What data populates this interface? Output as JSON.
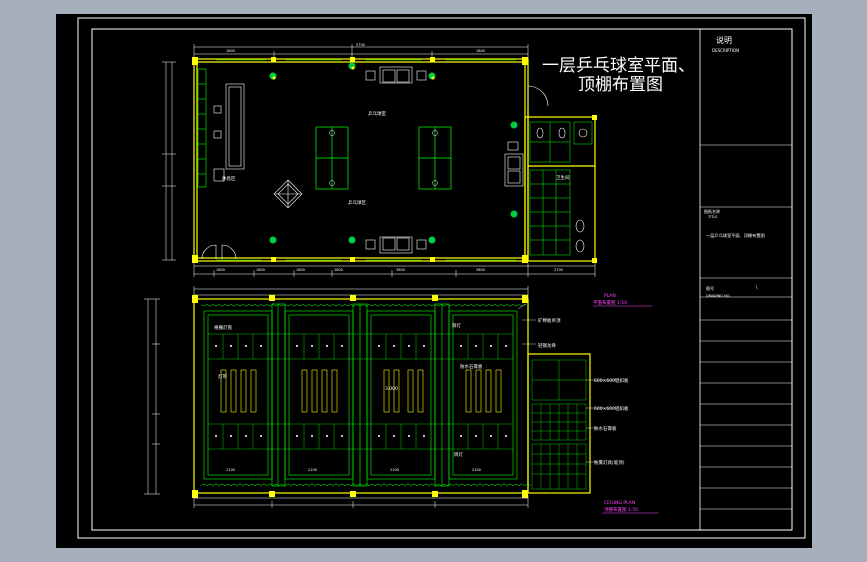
{
  "colors": {
    "background": "#a7afbd",
    "canvas": "#000000",
    "frame": "#ffffff",
    "wall": "#ffff00",
    "fixture": "#00ff00",
    "plant": "#00cc44",
    "annotation": "#ff44ff"
  },
  "main_title": {
    "line1": "一层乒乓球室平面、",
    "line2": "顶棚布置图"
  },
  "title_block": {
    "note_cn": "说明",
    "note_en": "DESCRIPTION",
    "title_label_cn": "图纸名称",
    "title_label_en": "TITLE",
    "title_value": "一层乒乓球室平面、顶棚布置图",
    "number_label_cn": "图号",
    "number_label_en": "DRAWING NO.",
    "number_value": "\\"
  },
  "plan": {
    "room_label": "乒乓球室",
    "table_zone_label": "乒乓球区",
    "rest_label": "休息区",
    "toilet_label": "卫生间",
    "dimensions_top": [
      "1800",
      "5700",
      "1800"
    ],
    "dimensions_bottom": [
      "1800",
      "1800",
      "1800",
      "1800",
      "3600",
      "3600",
      "2700"
    ],
    "caption_en": "PLAN",
    "caption_cn": "平面布置图 1:50"
  },
  "ceiling": {
    "label_light": "格栅灯盘",
    "label_board": "矿棉板吊顶",
    "label_height": "3.000",
    "label_panel_1": "600×600铝扣板",
    "label_panel_2": "600×600铝扣板",
    "label_vent": "防水石膏板",
    "label_spot": "筒灯",
    "label_line": "灯带",
    "label_grid": "轻钢龙骨",
    "label_toilet": "防雾灯具(吸顶)",
    "caption_en": "CEILING PLAN",
    "caption_cn": "顶棚布置图 1:50",
    "dimensions_bottom": [
      "2100",
      "2100",
      "2100",
      "2100"
    ]
  }
}
